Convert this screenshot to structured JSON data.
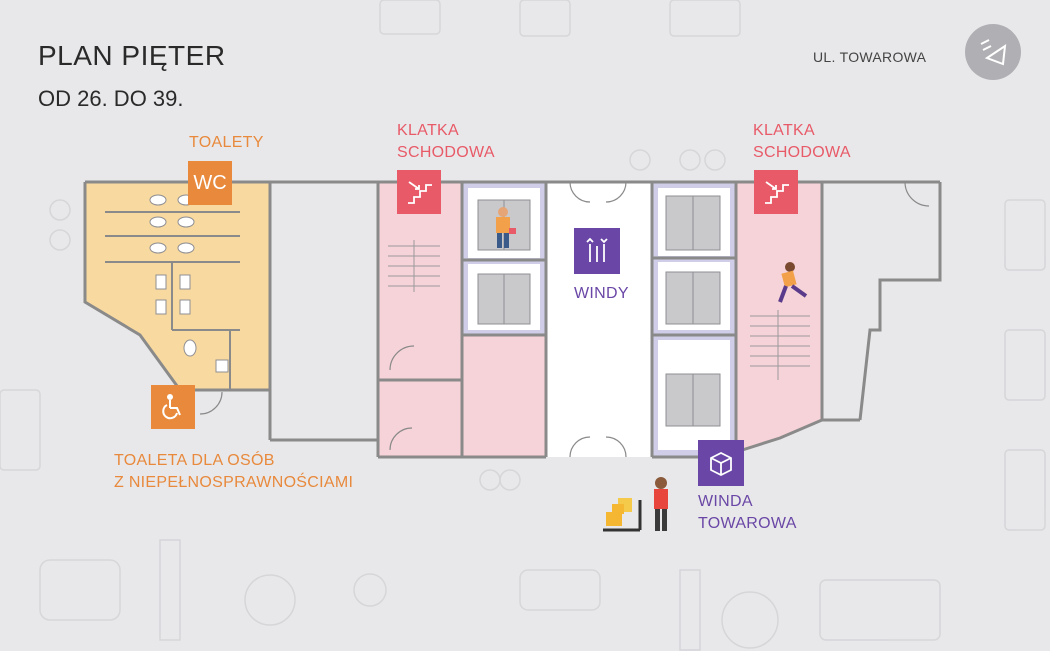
{
  "header": {
    "title": "PLAN PIĘTER",
    "subtitle": "OD 26. DO 39.",
    "street": "UL. TOWAROWA"
  },
  "labels": {
    "toilets": "TOALETY",
    "wc_badge": "WC",
    "stairs_left": [
      "KLATKA",
      "SCHODOWA"
    ],
    "stairs_right": [
      "KLATKA",
      "SCHODOWA"
    ],
    "elevators": "WINDY",
    "accessible_toilet": [
      "TOALETA DLA OSÓB",
      "Z NIEPEŁNOSPRAWNOŚCIAMI"
    ],
    "freight_elevator": [
      "WINDA",
      "TOWAROWA"
    ]
  },
  "colors": {
    "toilets_zone": "#f8d9a0",
    "toilets_accent": "#e8893c",
    "stairs_zone": "#f6d3d8",
    "stairs_accent": "#e85a68",
    "elevator_zone": "#cfcde8",
    "elevator_accent": "#6a47a6",
    "background": "#e8e8ea",
    "walls": "#8a8a8a"
  },
  "icons": [
    "wc-icon",
    "wheelchair-icon",
    "stairs-icon",
    "elevator-icon",
    "freight-box-icon",
    "logo-icon"
  ]
}
